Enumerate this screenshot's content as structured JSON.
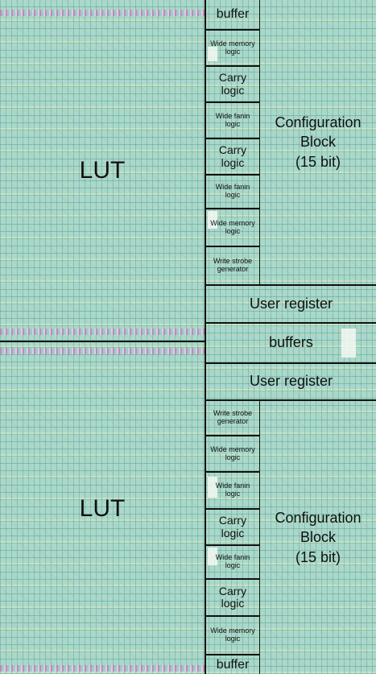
{
  "lut_top": "LUT",
  "lut_bottom": "LUT",
  "top_column": {
    "buffer": "buffer",
    "wide_memory_1": "Wide memory logic",
    "carry_1": "Carry logic",
    "wide_fanin_1": "Wide fanin logic",
    "carry_2": "Carry logic",
    "wide_fanin_2": "Wide fanin logic",
    "wide_memory_2": "Wide memory logic",
    "write_strobe": "Write strobe generator"
  },
  "config_top": {
    "line1": "Configuration",
    "line2": "Block",
    "line3": "(15 bit)"
  },
  "user_register_top": "User register",
  "buffers_middle": "buffers",
  "user_register_bottom": "User register",
  "bottom_column": {
    "write_strobe": "Write strobe generator",
    "wide_memory_1": "Wide memory logic",
    "wide_fanin_1": "Wide fanin logic",
    "carry_1": "Carry logic",
    "wide_fanin_2": "Wide fanin logic",
    "carry_2": "Carry logic",
    "wide_memory_2": "Wide memory logic",
    "buffer": "buffer"
  },
  "config_bottom": {
    "line1": "Configuration",
    "line2": "Block",
    "line3": "(15 bit)"
  }
}
